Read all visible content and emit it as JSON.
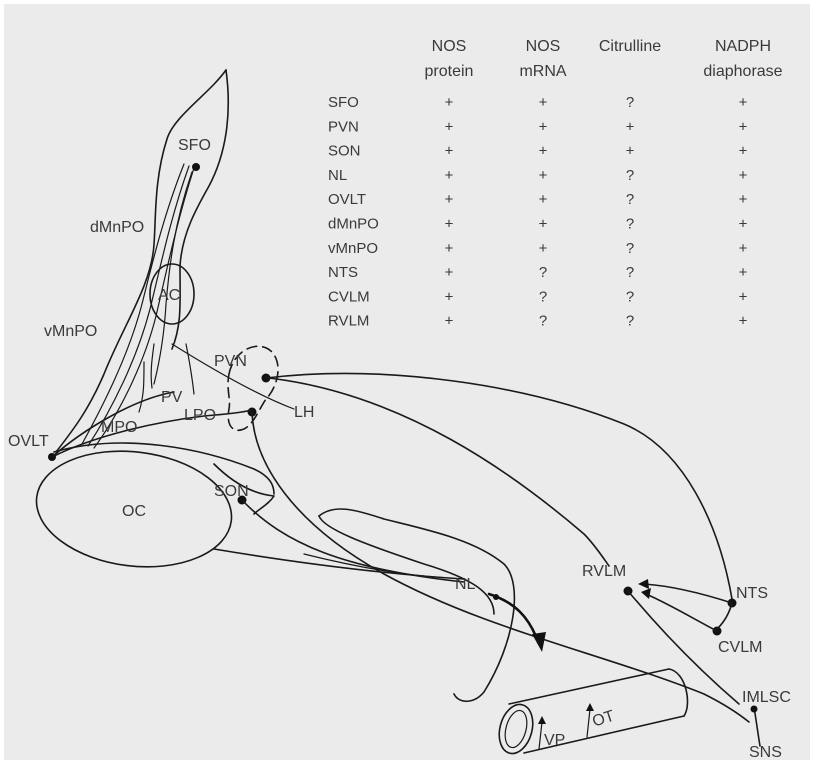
{
  "table": {
    "columns": [
      {
        "line1": "NOS",
        "line2": "protein"
      },
      {
        "line1": "NOS",
        "line2": "mRNA"
      },
      {
        "line1": "Citrulline",
        "line2": ""
      },
      {
        "line1": "NADPH",
        "line2": "diaphorase"
      }
    ],
    "rows": [
      {
        "region": "SFO",
        "cells": [
          "+",
          "+",
          "?",
          "+"
        ]
      },
      {
        "region": "PVN",
        "cells": [
          "+",
          "+",
          "+",
          "+"
        ]
      },
      {
        "region": "SON",
        "cells": [
          "+",
          "+",
          "+",
          "+"
        ]
      },
      {
        "region": "NL",
        "cells": [
          "+",
          "+",
          "?",
          "+"
        ]
      },
      {
        "region": "OVLT",
        "cells": [
          "+",
          "+",
          "?",
          "+"
        ]
      },
      {
        "region": "dMnPO",
        "cells": [
          "+",
          "+",
          "?",
          "+"
        ]
      },
      {
        "region": "vMnPO",
        "cells": [
          "+",
          "+",
          "?",
          "+"
        ]
      },
      {
        "region": "NTS",
        "cells": [
          "+",
          "?",
          "?",
          "+"
        ]
      },
      {
        "region": "CVLM",
        "cells": [
          "+",
          "?",
          "?",
          "+"
        ]
      },
      {
        "region": "RVLM",
        "cells": [
          "+",
          "?",
          "?",
          "+"
        ]
      }
    ]
  },
  "labels": {
    "sfo": "SFO",
    "dmnpo": "dMnPO",
    "ac": "AC",
    "vmnpo": "vMnPO",
    "pvn": "PVN",
    "pv": "PV",
    "lpo": "LPO",
    "mpo": "MPO",
    "lh": "LH",
    "ovlt": "OVLT",
    "son": "SON",
    "oc": "OC",
    "nl": "NL",
    "rvlm": "RVLM",
    "nts": "NTS",
    "cvlm": "CVLM",
    "vp": "VP",
    "ot": "OT",
    "imlsc": "IMLSC",
    "sns": "SNS"
  },
  "colors": {
    "background": "#ebebeb",
    "text": "#3a3a3a",
    "line": "#1a1a1a"
  }
}
